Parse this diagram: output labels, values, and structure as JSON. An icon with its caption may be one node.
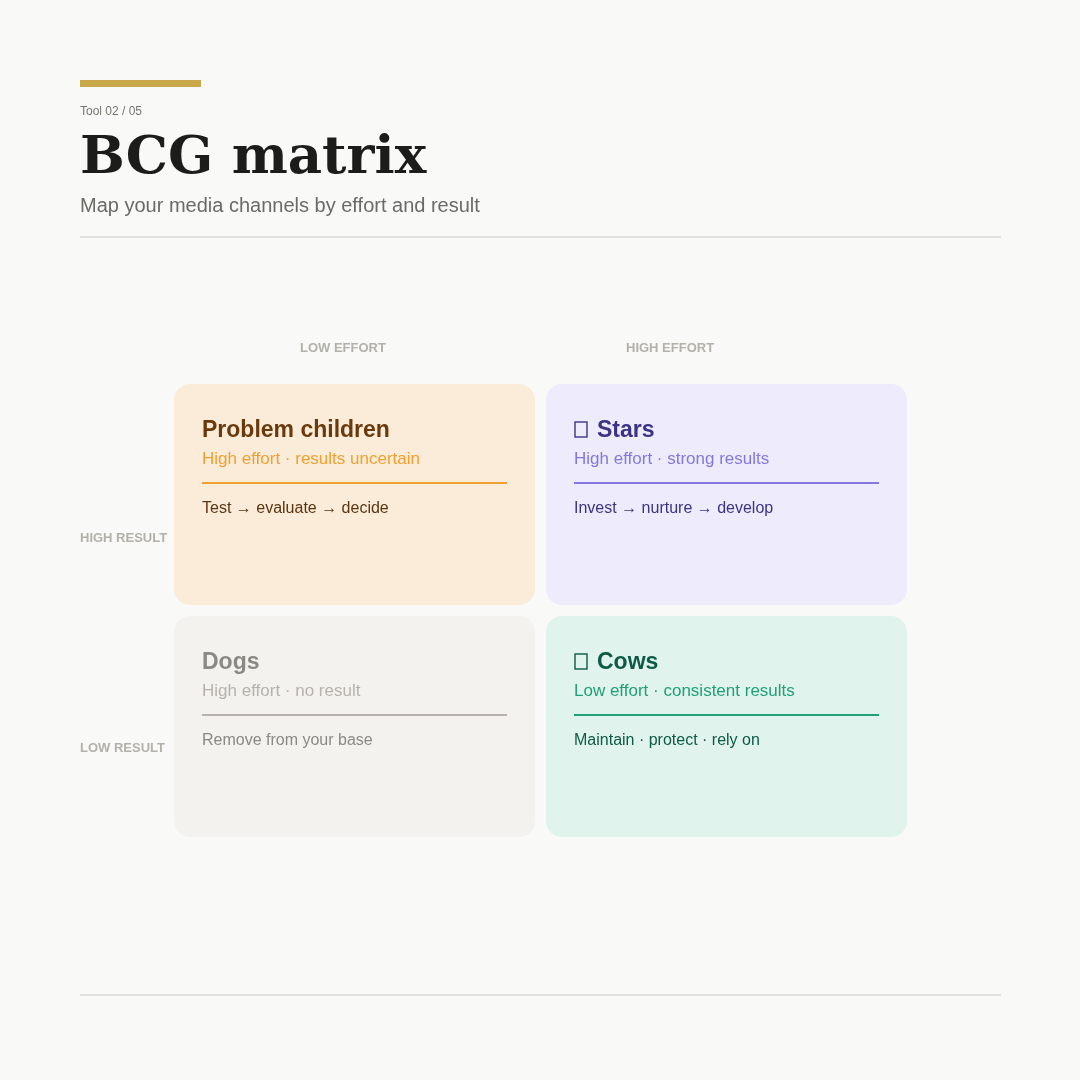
{
  "diagram": {
    "title": "BCG matrix",
    "nodes": [
      {
        "text": [
          "Problem children",
          "High effort · results uncertain",
          "Test → evaluate → decide"
        ]
      },
      {
        "text": [
          "Stars",
          "High effort · strong results",
          "Invest → nurture → develop"
        ]
      },
      {
        "text": [
          "Dogs",
          "High effort · no result",
          "Remove from your base"
        ]
      },
      {
        "text": [
          "Cows",
          "Low effort · consistent results",
          "Maintain · protect · rely on"
        ]
      }
    ],
    "labels": [
      "Tool 02 / 05",
      "Map your media channels by effort and result",
      "LOW EFFORT",
      "HIGH EFFORT",
      "HIGH RESULT",
      "LOW RESULT"
    ]
  }
}
